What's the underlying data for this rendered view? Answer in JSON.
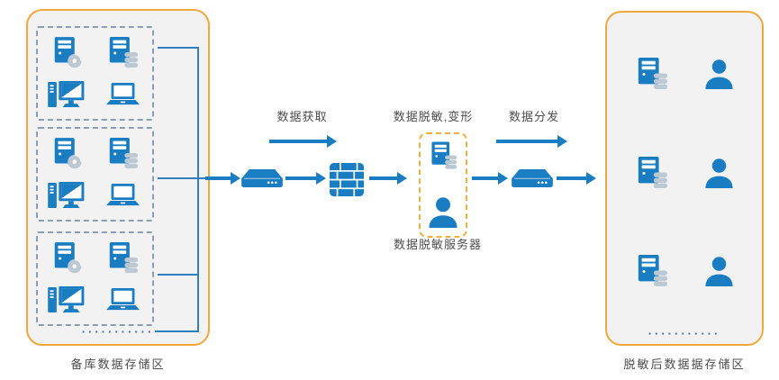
{
  "left_zone": {
    "label": "备库数据存储区",
    "more_indicator": "···········",
    "groups": [
      {
        "icons": [
          "server-with-disc",
          "server-with-database",
          "desktop-computer",
          "laptop"
        ]
      },
      {
        "icons": [
          "server-with-disc",
          "server-with-database",
          "desktop-computer",
          "laptop"
        ]
      },
      {
        "icons": [
          "server-with-disc",
          "server-with-database",
          "desktop-computer",
          "laptop"
        ]
      }
    ]
  },
  "flow": {
    "step_labels": {
      "acquire": "数据获取",
      "mask": "数据脱敏,变形",
      "distribute": "数据分发"
    },
    "mask_server_label": "数据脱敏服务器",
    "devices": [
      "network-switch",
      "firewall",
      "mask-server-box",
      "network-switch"
    ]
  },
  "right_zone": {
    "label": "脱敏后数据据存储区",
    "more_indicator": "···········",
    "rows": [
      {
        "icons": [
          "server-with-database",
          "user"
        ]
      },
      {
        "icons": [
          "server-with-database",
          "user"
        ]
      },
      {
        "icons": [
          "server-with-database",
          "user"
        ]
      }
    ]
  },
  "colors": {
    "primary_blue": "#1A7DC2",
    "accessory_gray_blue": "#BCC8D2",
    "zone_border_orange": "#F2A73C",
    "zone_background": "#F2F2F3",
    "group_dash_border": "#8C9DB0",
    "connector_blue": "#2E80C2",
    "label_text": "#4D4D4D"
  }
}
